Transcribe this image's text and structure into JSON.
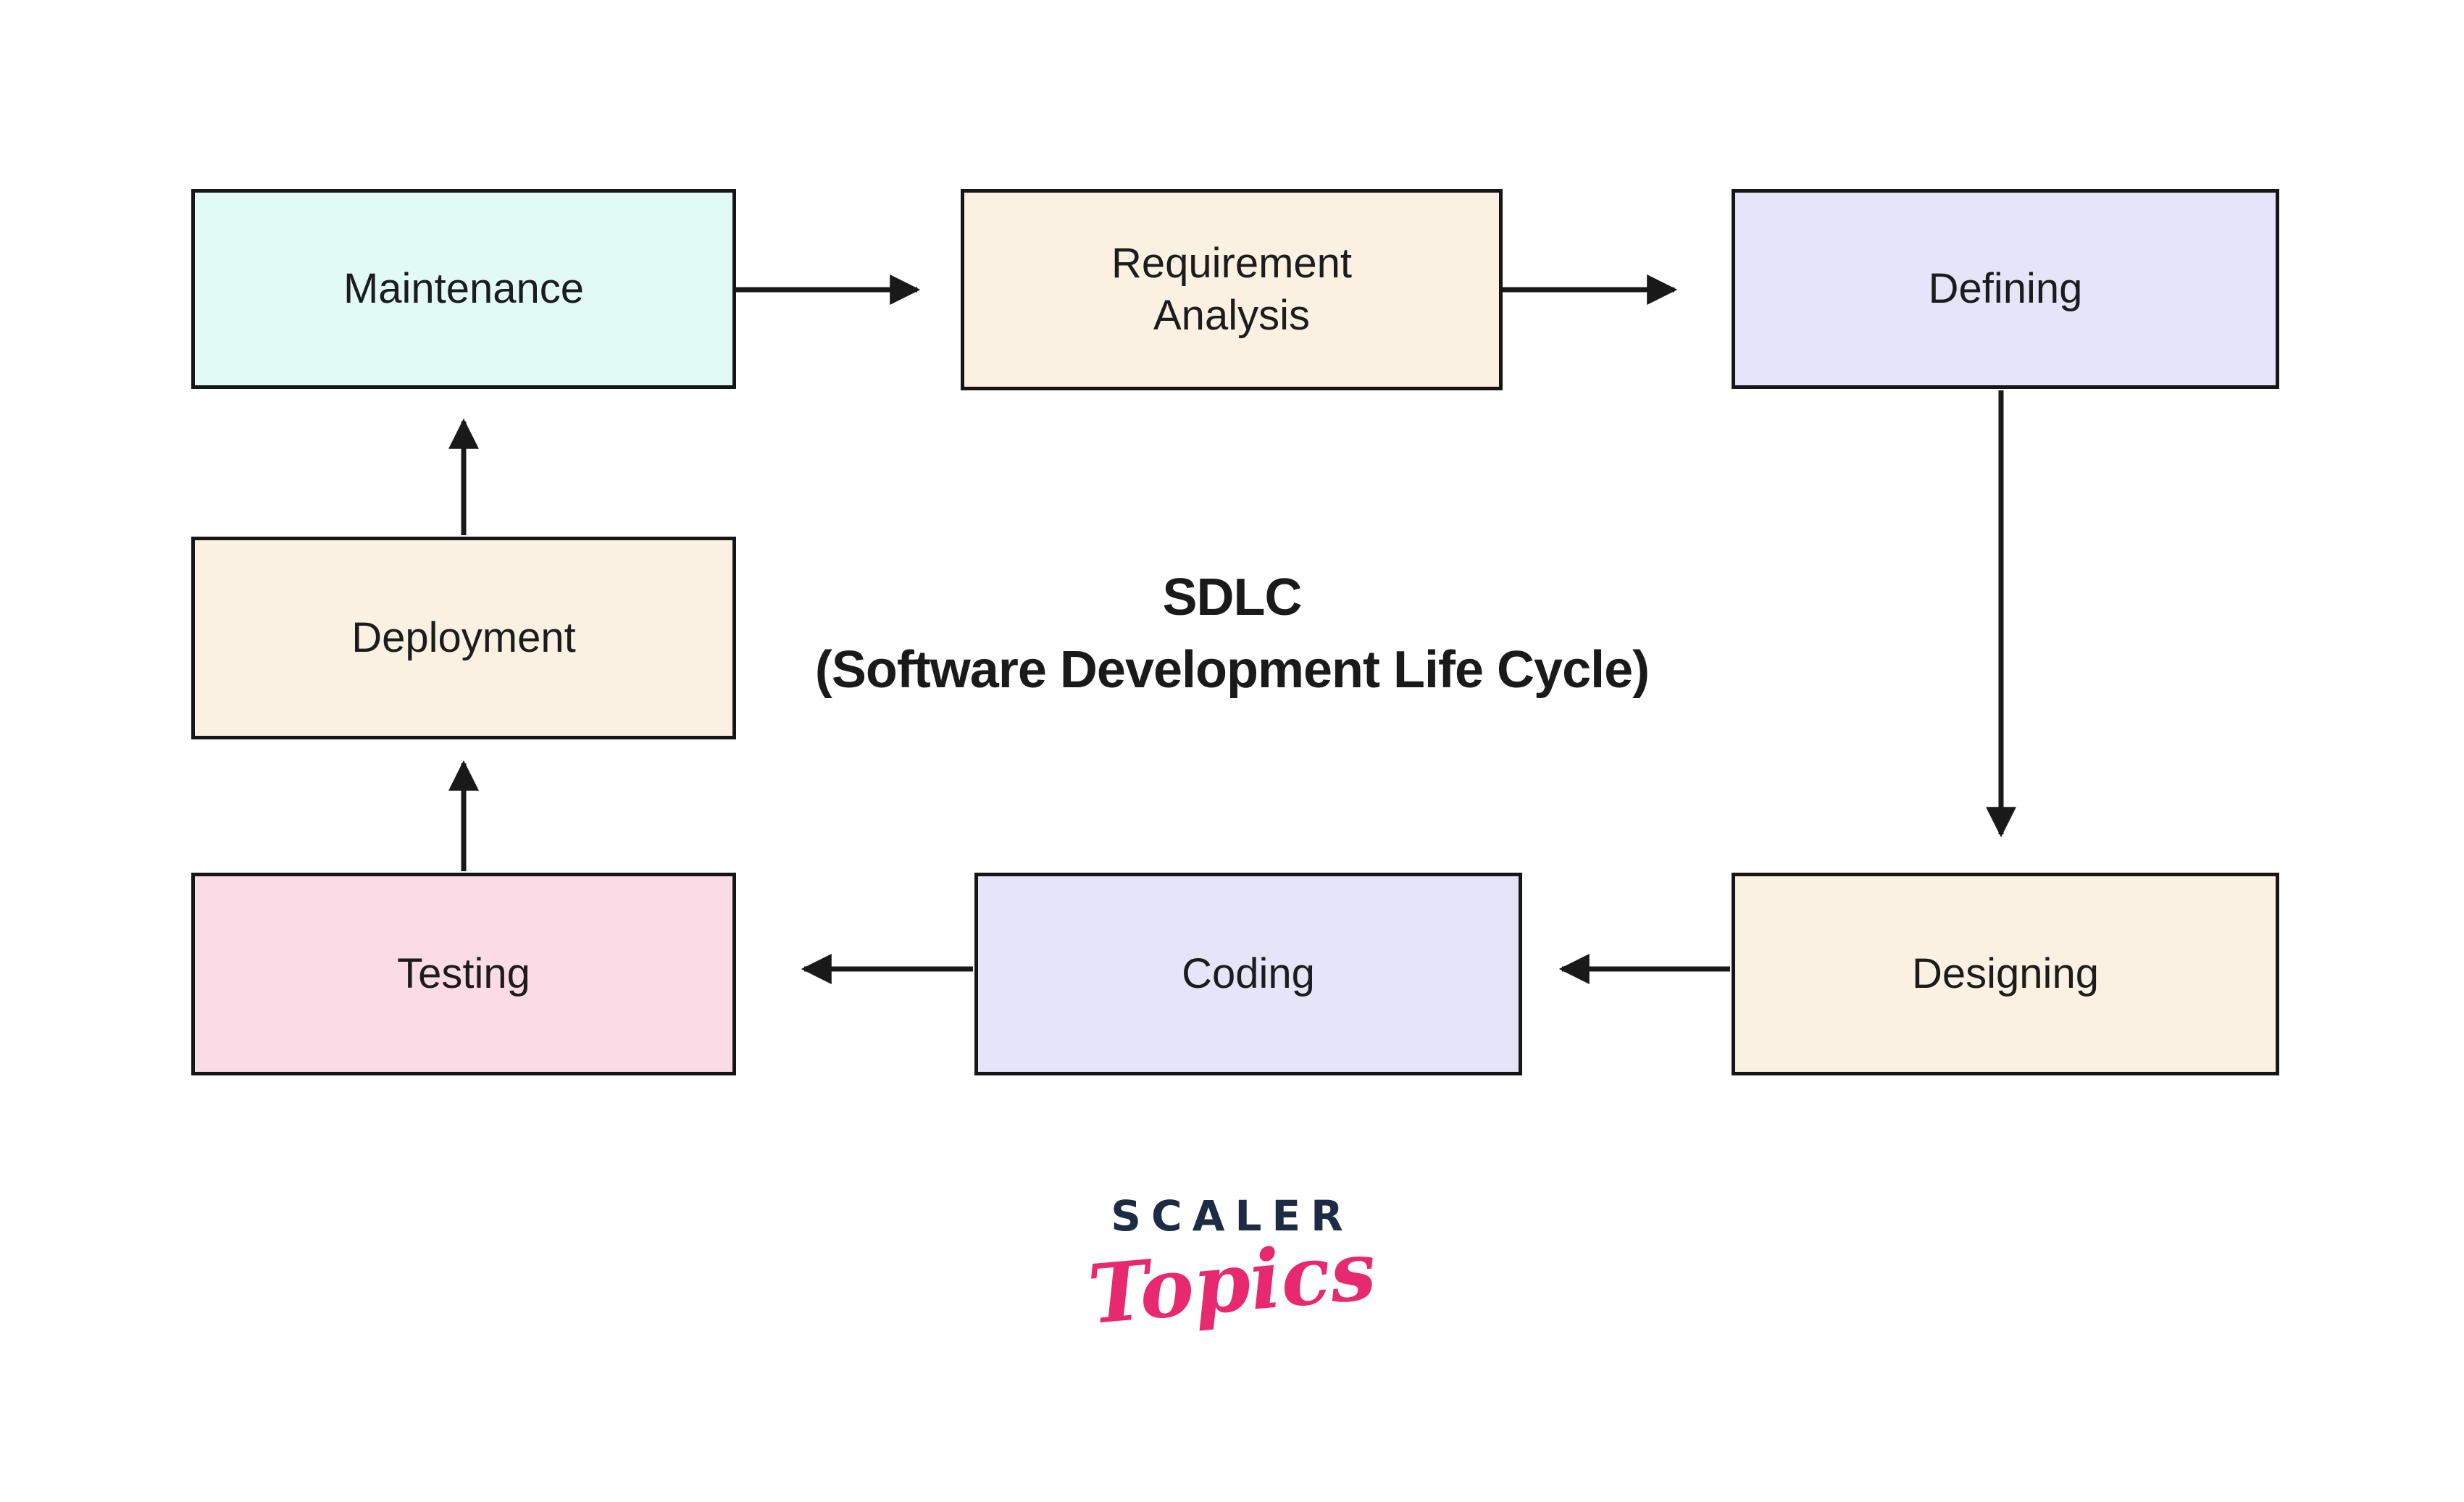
{
  "diagram": {
    "title": {
      "line1": "SDLC",
      "line2": "(Software Development Life Cycle)"
    },
    "nodes": [
      {
        "id": "maintenance",
        "label": "Maintenance",
        "fill": "#e2faf4"
      },
      {
        "id": "requirement-analysis",
        "label": "Requirement\nAnalysis",
        "fill": "#fbf1e2"
      },
      {
        "id": "defining",
        "label": "Defining",
        "fill": "#e6e4f8"
      },
      {
        "id": "deployment",
        "label": "Deployment",
        "fill": "#fbf1e2"
      },
      {
        "id": "testing",
        "label": "Testing",
        "fill": "#fbdce6"
      },
      {
        "id": "coding",
        "label": "Coding",
        "fill": "#e6e4f8"
      },
      {
        "id": "designing",
        "label": "Designing",
        "fill": "#fbf1e2"
      }
    ],
    "flows": [
      {
        "from": "Maintenance",
        "to": "Requirement Analysis"
      },
      {
        "from": "Requirement Analysis",
        "to": "Defining"
      },
      {
        "from": "Defining",
        "to": "Designing"
      },
      {
        "from": "Designing",
        "to": "Coding"
      },
      {
        "from": "Coding",
        "to": "Testing"
      },
      {
        "from": "Testing",
        "to": "Deployment"
      },
      {
        "from": "Deployment",
        "to": "Maintenance"
      }
    ],
    "colors": {
      "border": "#161616",
      "arrow": "#191919",
      "text": "#1c1c1c"
    }
  },
  "branding": {
    "wordmark": "SCALER",
    "wordmark_sub": "Topics",
    "navy": "#1d2b45",
    "pink": "#e72a6f"
  }
}
